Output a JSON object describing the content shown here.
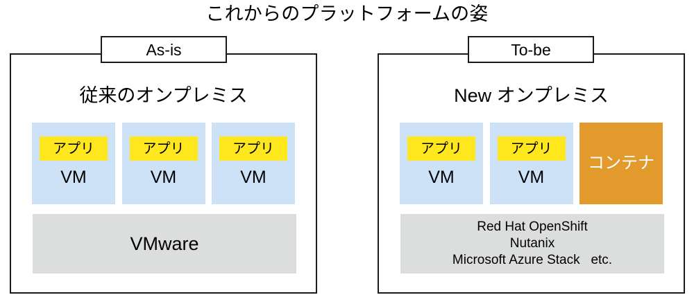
{
  "title": "これからのプラットフォームの姿",
  "panels": [
    {
      "tab_label": "As-is",
      "heading": "従来のオンプレミス",
      "workloads": [
        {
          "type": "vm",
          "app_label": "アプリ",
          "label": "VM"
        },
        {
          "type": "vm",
          "app_label": "アプリ",
          "label": "VM"
        },
        {
          "type": "vm",
          "app_label": "アプリ",
          "label": "VM"
        }
      ],
      "platform": {
        "mode": "single",
        "lines": [
          "VMware"
        ]
      }
    },
    {
      "tab_label": "To-be",
      "heading": "New オンプレミス",
      "workloads": [
        {
          "type": "vm",
          "app_label": "アプリ",
          "label": "VM"
        },
        {
          "type": "vm",
          "app_label": "アプリ",
          "label": "VM"
        },
        {
          "type": "container",
          "label": "コンテナ"
        }
      ],
      "platform": {
        "mode": "multi",
        "lines": [
          "Red Hat OpenShift",
          "Nutanix",
          "Microsoft Azure Stack   etc."
        ]
      }
    }
  ],
  "colors": {
    "vm_fill": "#cde2f7",
    "app_fill": "#ffe71d",
    "container_fill": "#e29a2d",
    "platform_fill": "#dcdddd",
    "border": "#1a1a1a",
    "text": "#000000",
    "container_text": "#ffffff"
  }
}
